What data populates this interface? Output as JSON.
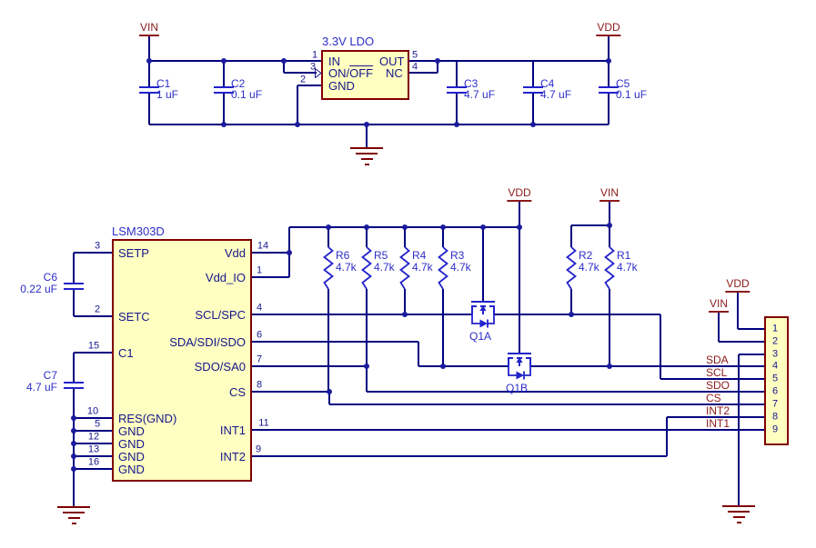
{
  "colors": {
    "wire": "#000080",
    "symbol": "#2222cc",
    "component_text": "#2d2dc8",
    "pin_text": "#16168c",
    "net_text": "#8b1a1a",
    "outline": "#800000",
    "component_fill": "#ffffc2"
  },
  "power": {
    "vin": "VIN",
    "vdd": "VDD"
  },
  "ldo": {
    "name": "3.3V LDO",
    "pin_in": "IN",
    "pin_onoff_on": "ON/",
    "pin_onoff_off": "OFF",
    "pin_gnd": "GND",
    "pin_out": "OUT",
    "pin_nc": "NC",
    "num_in": "1",
    "num_onoff": "3",
    "num_gnd": "2",
    "num_out": "5",
    "num_nc": "4"
  },
  "caps": {
    "c1": {
      "ref": "C1",
      "value": "1 uF"
    },
    "c2": {
      "ref": "C2",
      "value": "0.1 uF"
    },
    "c3": {
      "ref": "C3",
      "value": "4.7 uF"
    },
    "c4": {
      "ref": "C4",
      "value": "4.7 uF"
    },
    "c5": {
      "ref": "C5",
      "value": "0.1 uF"
    },
    "c6": {
      "ref": "C6",
      "value": "0.22 uF"
    },
    "c7": {
      "ref": "C7",
      "value": "4.7 uF"
    }
  },
  "ic": {
    "name": "LSM303D",
    "pins": {
      "setp": {
        "num": "3",
        "name": "SETP"
      },
      "setc": {
        "num": "2",
        "name": "SETC"
      },
      "c1": {
        "num": "15",
        "name": "C1"
      },
      "res": {
        "num": "10",
        "name": "RES(GND)"
      },
      "gnd5": {
        "num": "5",
        "name": "GND"
      },
      "gnd12": {
        "num": "12",
        "name": "GND"
      },
      "gnd13": {
        "num": "13",
        "name": "GND"
      },
      "gnd16": {
        "num": "16",
        "name": "GND"
      },
      "vdd": {
        "num": "14",
        "name": "Vdd"
      },
      "vddio": {
        "num": "1",
        "name": "Vdd_IO"
      },
      "scl": {
        "num": "4",
        "name": "SCL/SPC"
      },
      "sda": {
        "num": "6",
        "name": "SDA/SDI/SDO"
      },
      "sdo": {
        "num": "7",
        "name": "SDO/SA0"
      },
      "cs": {
        "num": "8",
        "name": "CS"
      },
      "int1": {
        "num": "11",
        "name": "INT1"
      },
      "int2": {
        "num": "9",
        "name": "INT2"
      }
    }
  },
  "resistors": {
    "r1": {
      "ref": "R1",
      "value": "4.7k"
    },
    "r2": {
      "ref": "R2",
      "value": "4.7k"
    },
    "r3": {
      "ref": "R3",
      "value": "4.7k"
    },
    "r4": {
      "ref": "R4",
      "value": "4.7k"
    },
    "r5": {
      "ref": "R5",
      "value": "4.7k"
    },
    "r6": {
      "ref": "R6",
      "value": "4.7k"
    }
  },
  "fets": {
    "q1a": "Q1A",
    "q1b": "Q1B"
  },
  "nets": {
    "sda": "SDA",
    "scl": "SCL",
    "sdo": "SDO",
    "cs": "CS",
    "int2": "INT2",
    "int1": "INT1"
  },
  "header": {
    "pins": [
      "1",
      "2",
      "3",
      "4",
      "5",
      "6",
      "7",
      "8",
      "9"
    ]
  }
}
